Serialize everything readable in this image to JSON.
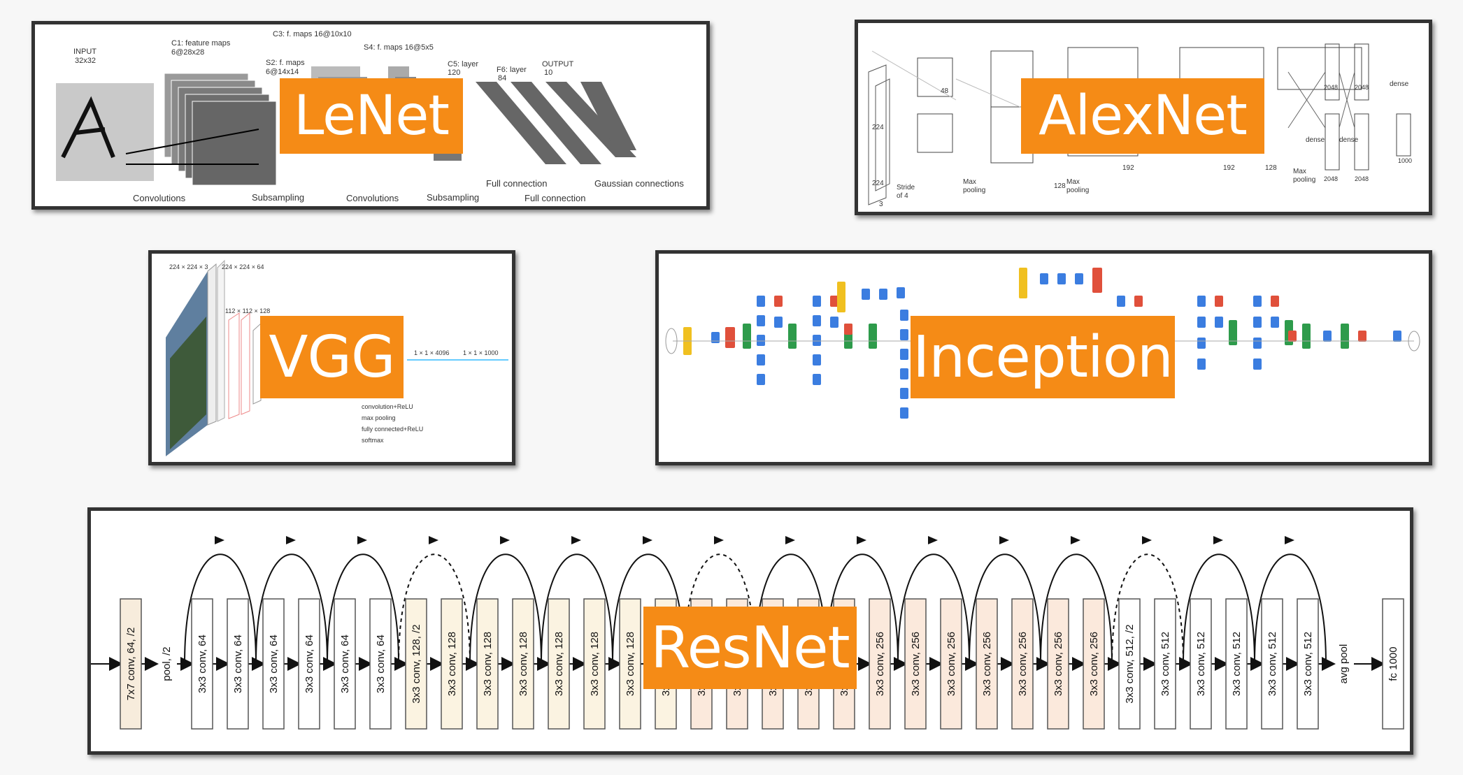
{
  "badges": {
    "lenet": "LeNet",
    "alexnet": "AlexNet",
    "vgg": "VGG",
    "inception": "Inception",
    "resnet": "ResNet"
  },
  "lenet": {
    "input": "INPUT",
    "input_size": "32x32",
    "c1": "C1: feature maps",
    "c1_size": "6@28x28",
    "c3": "C3: f. maps 16@10x10",
    "s2": "S2: f. maps",
    "s2_size": "6@14x14",
    "s4": "S4: f. maps 16@5x5",
    "c5": "C5: layer",
    "c5_size": "120",
    "f6": "F6: layer",
    "f6_size": "84",
    "output": "OUTPUT",
    "output_size": "10",
    "conv1": "Convolutions",
    "sub1": "Subsampling",
    "conv2": "Convolutions",
    "sub2": "Subsampling",
    "full1": "Full connection",
    "full2": "Full connection",
    "gauss": "Gaussian connections"
  },
  "alexnet": {
    "dense1": "dense",
    "dense2": "dense",
    "dense3": "dense",
    "maxpool1": "Max",
    "maxpool1b": "pooling",
    "maxpool2": "Max",
    "maxpool2b": "pooling",
    "maxpool3": "Max",
    "maxpool3b": "pooling",
    "n2048a": "2048",
    "n2048b": "2048",
    "n2048c": "2048",
    "n2048d": "2048",
    "n1000": "1000",
    "n224a": "224",
    "n224b": "224",
    "n128a": "128",
    "n128b": "128",
    "n192a": "192",
    "n192b": "192",
    "n48": "48",
    "stride": "Stride",
    "stride_of": "of 4",
    "n3": "3"
  },
  "vgg": {
    "top1": "224 × 224 × 3",
    "top2": "224 × 224 × 64",
    "mid": "112 × 112 × 128",
    "fc1": "1 × 1 × 4096",
    "fc2": "1 × 1 × 1000",
    "legend1": "convolution+ReLU",
    "legend2": "max pooling",
    "legend3": "fully connected+ReLU",
    "legend4": "softmax"
  },
  "resnet": {
    "layers": [
      "7x7 conv, 64, /2",
      "pool, /2",
      "3x3 conv, 64",
      "3x3 conv, 64",
      "3x3 conv, 64",
      "3x3 conv, 64",
      "3x3 conv, 64",
      "3x3 conv, 64",
      "3x3 conv, 128, /2",
      "3x3 conv, 128",
      "3x3 conv, 128",
      "3x3 conv, 128",
      "3x3 conv, 128",
      "3x3 conv, 128",
      "3x3 conv, 128",
      "3x3 conv, 128",
      "3x3 conv, 256",
      "3x3 conv, 256",
      "3x3 conv, 256",
      "3x3 conv, 256",
      "3x3 conv, 256",
      "3x3 conv, 256",
      "3x3 conv, 256",
      "3x3 conv, 256",
      "3x3 conv, 256",
      "3x3 conv, 256",
      "3x3 conv, 256",
      "3x3 conv, 256",
      "3x3 conv, 512, /2",
      "3x3 conv, 512",
      "3x3 conv, 512",
      "3x3 conv, 512",
      "3x3 conv, 512",
      "3x3 conv, 512",
      "avg pool",
      "fc 1000"
    ],
    "colors": {
      "conv7": "#f7ecdc",
      "c64": "#ffffff",
      "c128": "#fbf3e1",
      "c256": "#fbe9dc",
      "c512": "#ffffff"
    }
  },
  "colors": {
    "badge": "#f58b16",
    "border": "#333333",
    "inc_blue": "#3b7de0",
    "inc_red": "#e0503b",
    "inc_green": "#2e9b4b",
    "inc_yellow": "#f0c020"
  }
}
